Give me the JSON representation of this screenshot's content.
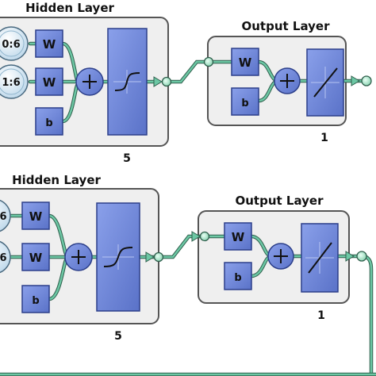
{
  "colors": {
    "panel_fill": "#efefef",
    "panel_stroke": "#555555",
    "block_fill": "#6f86d8",
    "block_stroke": "#2c3f8a",
    "wire": "#6cc7a4",
    "wire_dark": "#2f5f4c",
    "input_node": "#d8e6f0"
  },
  "net1": {
    "hidden_title": "Hidden Layer",
    "output_title": "Output Layer",
    "hidden_size": "5",
    "output_size": "1",
    "inputs": [
      "0:6",
      "1:6"
    ],
    "hidden_w1": "W",
    "hidden_w2": "W",
    "hidden_b": "b",
    "output_w": "W",
    "output_b": "b"
  },
  "net2": {
    "hidden_title": "Hidden Layer",
    "output_title": "Output Layer",
    "hidden_size": "5",
    "output_size": "1",
    "inputs": [
      "6",
      "6"
    ],
    "hidden_w1": "W",
    "hidden_w2": "W",
    "hidden_b": "b",
    "output_w": "W",
    "output_b": "b"
  }
}
